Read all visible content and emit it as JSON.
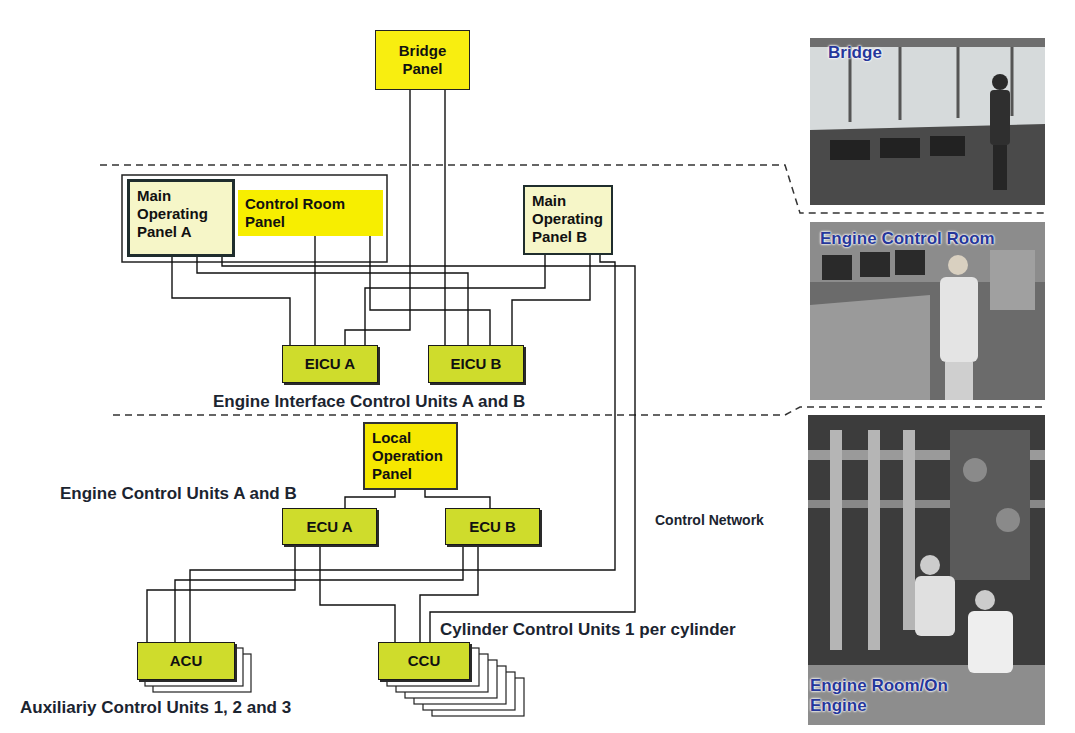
{
  "diagram": {
    "nodes": [
      {
        "text": [
          "Bridge Panel"
        ]
      },
      {
        "text": [
          "Main Operating Panel A"
        ]
      },
      {
        "text": [
          "Control Room Panel"
        ]
      },
      {
        "text": [
          "Main Operating Panel B"
        ]
      },
      {
        "text": [
          "EICU A"
        ]
      },
      {
        "text": [
          "EICU B"
        ]
      },
      {
        "text": [
          "Local Operation Panel"
        ]
      },
      {
        "text": [
          "ECU A"
        ]
      },
      {
        "text": [
          "ECU B"
        ]
      },
      {
        "text": [
          "ACU"
        ]
      },
      {
        "text": [
          "CCU"
        ]
      }
    ],
    "edges": [
      {
        "from": 0,
        "to": 4,
        "arrow": "none"
      },
      {
        "from": 0,
        "to": 5,
        "arrow": "none"
      },
      {
        "from": 1,
        "to": 4,
        "arrow": "none"
      },
      {
        "from": 1,
        "to": 5,
        "arrow": "none"
      },
      {
        "from": 2,
        "to": 4,
        "arrow": "none"
      },
      {
        "from": 2,
        "to": 5,
        "arrow": "none"
      },
      {
        "from": 3,
        "to": 4,
        "arrow": "none"
      },
      {
        "from": 3,
        "to": 5,
        "arrow": "none"
      },
      {
        "from": 6,
        "to": 7,
        "arrow": "none"
      },
      {
        "from": 6,
        "to": 8,
        "arrow": "none"
      },
      {
        "from": 7,
        "to": 9,
        "arrow": "none"
      },
      {
        "from": 7,
        "to": 10,
        "arrow": "none"
      },
      {
        "from": 8,
        "to": 9,
        "arrow": "none"
      },
      {
        "from": 8,
        "to": 10,
        "arrow": "none"
      },
      {
        "from": 1,
        "to": 10,
        "arrow": "none"
      },
      {
        "from": 3,
        "to": 9,
        "arrow": "none"
      }
    ],
    "labels": [
      "Bridge",
      "Engine Control Room",
      "Engine Room/On Engine",
      "Engine Interface Control Units A and B",
      "Engine Control Units A and B",
      "Control Network",
      "Cylinder Control Units 1 per cylinder",
      "Auxiliariy Control Units 1, 2 and 3"
    ]
  }
}
